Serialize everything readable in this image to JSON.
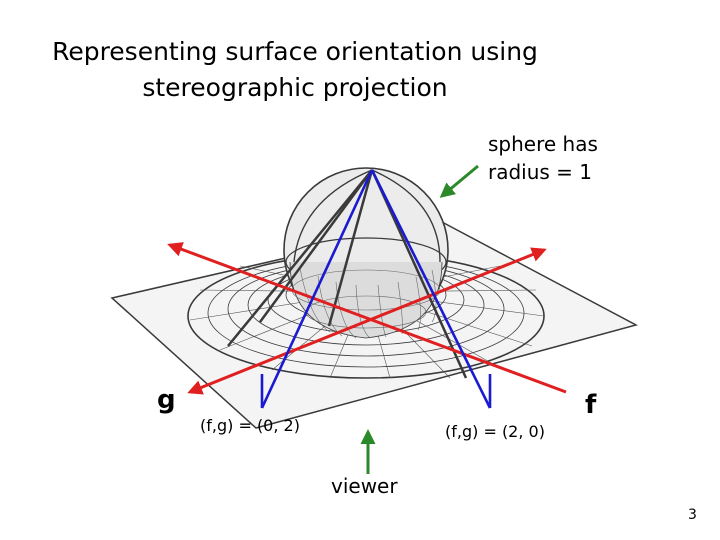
{
  "slide": {
    "title_line1": "Representing surface orientation using",
    "title_line2": "stereographic projection",
    "note_line1": "sphere has",
    "note_line2": "radius = 1",
    "axis_g": "g",
    "axis_f": "f",
    "point1_label": "(f,g) = (0, 2)",
    "point2_label": "(f,g) = (2, 0)",
    "viewer_label": "viewer",
    "page_number": "3"
  },
  "colors": {
    "ray": "#1a1ad0",
    "axis": "#e02020",
    "pointer": "#2a8a2a",
    "drawing": "#3a3a3a"
  }
}
